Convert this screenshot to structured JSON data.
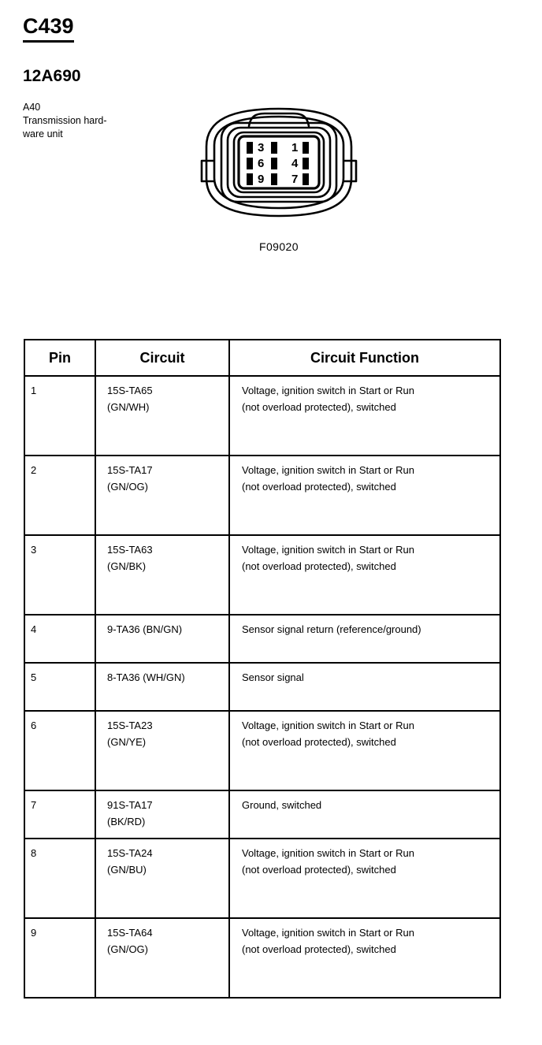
{
  "header": {
    "connector_id": "C439",
    "part_number": "12A690",
    "description_line1": "A40",
    "description_line2": "Transmission hard-",
    "description_line3": "ware unit"
  },
  "figure": {
    "caption": "F09020",
    "pin_labels": [
      "3",
      "1",
      "6",
      "4",
      "9",
      "7"
    ],
    "cavity_count": 9,
    "ink_color": "#000000"
  },
  "table": {
    "columns": [
      "Pin",
      "Circuit",
      "Circuit Function"
    ],
    "rows": [
      {
        "pin": "1",
        "circuit_line1": "15S-TA65",
        "circuit_line2": "(GN/WH)",
        "function_line1": "Voltage, ignition switch in Start or Run",
        "function_line2": "(not overload protected), switched",
        "size": "tall"
      },
      {
        "pin": "2",
        "circuit_line1": "15S-TA17",
        "circuit_line2": "(GN/OG)",
        "function_line1": "Voltage, ignition switch in Start or Run",
        "function_line2": "(not overload protected), switched",
        "size": "tall"
      },
      {
        "pin": "3",
        "circuit_line1": "15S-TA63",
        "circuit_line2": "(GN/BK)",
        "function_line1": "Voltage, ignition switch in Start or Run",
        "function_line2": "(not overload protected), switched",
        "size": "tall"
      },
      {
        "pin": "4",
        "circuit_line1": "9-TA36 (BN/GN)",
        "circuit_line2": "",
        "function_line1": "Sensor signal return (reference/ground)",
        "function_line2": "",
        "size": "short"
      },
      {
        "pin": "5",
        "circuit_line1": "8-TA36 (WH/GN)",
        "circuit_line2": "",
        "function_line1": "Sensor signal",
        "function_line2": "",
        "size": "short"
      },
      {
        "pin": "6",
        "circuit_line1": "15S-TA23",
        "circuit_line2": "(GN/YE)",
        "function_line1": "Voltage, ignition switch in Start or Run",
        "function_line2": "(not overload protected), switched",
        "size": "tall"
      },
      {
        "pin": "7",
        "circuit_line1": "91S-TA17",
        "circuit_line2": "(BK/RD)",
        "function_line1": "Ground, switched",
        "function_line2": "",
        "size": "short"
      },
      {
        "pin": "8",
        "circuit_line1": "15S-TA24",
        "circuit_line2": "(GN/BU)",
        "function_line1": "Voltage, ignition switch in Start or Run",
        "function_line2": "(not overload protected), switched",
        "size": "tall"
      },
      {
        "pin": "9",
        "circuit_line1": "15S-TA64",
        "circuit_line2": "(GN/OG)",
        "function_line1": "Voltage, ignition switch in Start or Run",
        "function_line2": "(not overload protected), switched",
        "size": "tall"
      }
    ]
  }
}
